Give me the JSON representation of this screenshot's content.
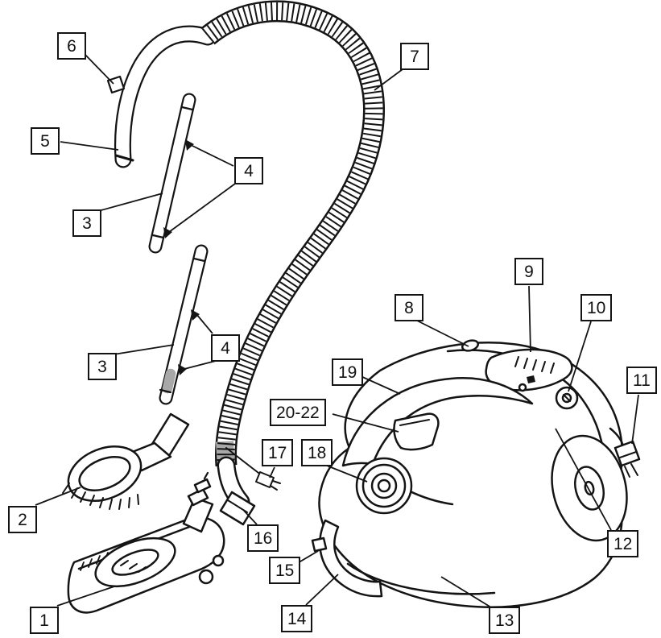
{
  "colors": {
    "background": "#ffffff",
    "line": "#141414",
    "shade": "#a8a8a8"
  },
  "callouts": [
    {
      "label": "6"
    },
    {
      "label": "5"
    },
    {
      "label": "3"
    },
    {
      "label": "4"
    },
    {
      "label": "7"
    },
    {
      "label": "3"
    },
    {
      "label": "4"
    },
    {
      "label": "2"
    },
    {
      "label": "1"
    },
    {
      "label": "8"
    },
    {
      "label": "9"
    },
    {
      "label": "10"
    },
    {
      "label": "11"
    },
    {
      "label": "19"
    },
    {
      "label": "20-22"
    },
    {
      "label": "17"
    },
    {
      "label": "18"
    },
    {
      "label": "16"
    },
    {
      "label": "15"
    },
    {
      "label": "14"
    },
    {
      "label": "13"
    },
    {
      "label": "12"
    }
  ]
}
